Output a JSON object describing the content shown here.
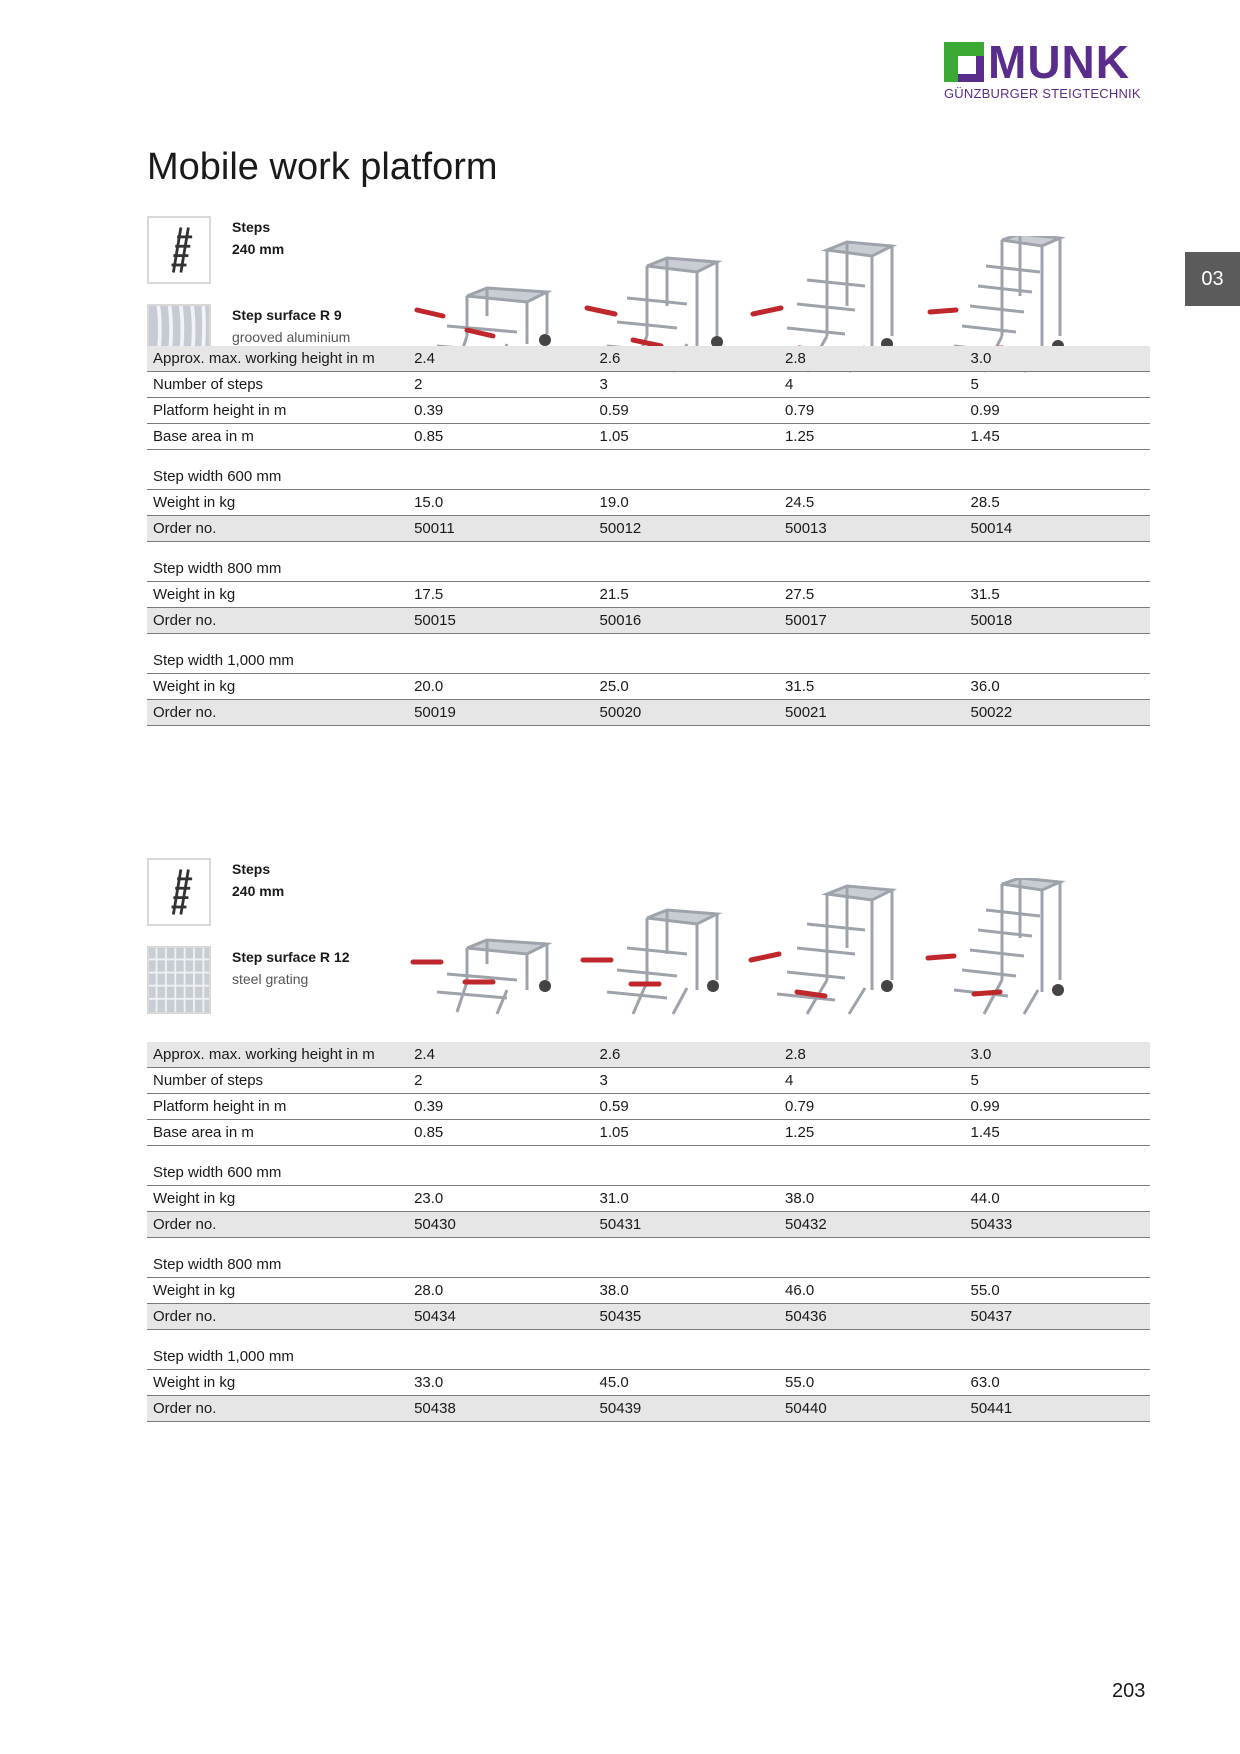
{
  "logo": {
    "wordmark": "MUNK",
    "subtitle": "GÜNZBURGER STEIGTECHNIK",
    "brand_color": "#5a2d8c",
    "accent_color": "#3aaa35"
  },
  "page_title": "Mobile work platform",
  "chapter_tab": "03",
  "page_number": "203",
  "sections": [
    {
      "steps_label": "Steps",
      "steps_value": "240 mm",
      "surface_label": "Step surface R 9",
      "surface_desc": "grooved aluminium",
      "rows": {
        "working_height": {
          "label": "Approx. max. working height in m",
          "values": [
            "2.4",
            "2.6",
            "2.8",
            "3.0"
          ]
        },
        "num_steps": {
          "label": "Number of steps",
          "values": [
            "2",
            "3",
            "4",
            "5"
          ]
        },
        "platform_height": {
          "label": "Platform height in m",
          "values": [
            "0.39",
            "0.59",
            "0.79",
            "0.99"
          ]
        },
        "base_area": {
          "label": "Base area in m",
          "values": [
            "0.85",
            "1.05",
            "1.25",
            "1.45"
          ]
        }
      },
      "widths": [
        {
          "title": "Step width 600 mm",
          "weight_label": "Weight in kg",
          "weights": [
            "15.0",
            "19.0",
            "24.5",
            "28.5"
          ],
          "order_label": "Order no.",
          "orders": [
            "50011",
            "50012",
            "50013",
            "50014"
          ]
        },
        {
          "title": "Step width 800 mm",
          "weight_label": "Weight in kg",
          "weights": [
            "17.5",
            "21.5",
            "27.5",
            "31.5"
          ],
          "order_label": "Order no.",
          "orders": [
            "50015",
            "50016",
            "50017",
            "50018"
          ]
        },
        {
          "title": "Step width 1,000 mm",
          "weight_label": "Weight in kg",
          "weights": [
            "20.0",
            "25.0",
            "31.5",
            "36.0"
          ],
          "order_label": "Order no.",
          "orders": [
            "50019",
            "50020",
            "50021",
            "50022"
          ]
        }
      ]
    },
    {
      "steps_label": "Steps",
      "steps_value": "240 mm",
      "surface_label": "Step surface R 12",
      "surface_desc": "steel grating",
      "rows": {
        "working_height": {
          "label": "Approx. max. working height in m",
          "values": [
            "2.4",
            "2.6",
            "2.8",
            "3.0"
          ]
        },
        "num_steps": {
          "label": "Number of steps",
          "values": [
            "2",
            "3",
            "4",
            "5"
          ]
        },
        "platform_height": {
          "label": "Platform height in m",
          "values": [
            "0.39",
            "0.59",
            "0.79",
            "0.99"
          ]
        },
        "base_area": {
          "label": "Base area in m",
          "values": [
            "0.85",
            "1.05",
            "1.25",
            "1.45"
          ]
        }
      },
      "widths": [
        {
          "title": "Step width 600 mm",
          "weight_label": "Weight in kg",
          "weights": [
            "23.0",
            "31.0",
            "38.0",
            "44.0"
          ],
          "order_label": "Order no.",
          "orders": [
            "50430",
            "50431",
            "50432",
            "50433"
          ]
        },
        {
          "title": "Step width 800 mm",
          "weight_label": "Weight in kg",
          "weights": [
            "28.0",
            "38.0",
            "46.0",
            "55.0"
          ],
          "order_label": "Order no.",
          "orders": [
            "50434",
            "50435",
            "50436",
            "50437"
          ]
        },
        {
          "title": "Step width 1,000 mm",
          "weight_label": "Weight in kg",
          "weights": [
            "33.0",
            "45.0",
            "55.0",
            "63.0"
          ],
          "order_label": "Order no.",
          "orders": [
            "50438",
            "50439",
            "50440",
            "50441"
          ]
        }
      ]
    }
  ],
  "product_images": [
    "2-step mobile work platform",
    "3-step mobile work platform",
    "4-step mobile work platform",
    "5-step mobile work platform"
  ],
  "icons": {
    "steps": "ladder-steps-icon",
    "surface_r9": "grooved-aluminium-swatch",
    "surface_r12": "steel-grating-swatch"
  }
}
